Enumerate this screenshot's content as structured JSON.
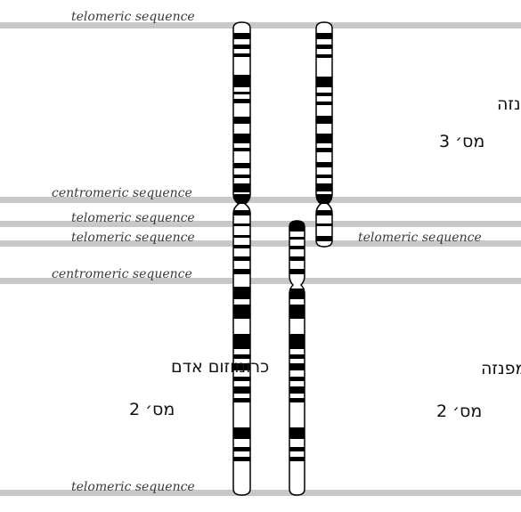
{
  "labels": {
    "telomeric": "telomeric sequence",
    "centromeric": "centromeric sequence"
  },
  "captions": {
    "chimp3_name": "כרומוזום שימפנזה",
    "chimp3_num": "מס׳ 3",
    "human2_name": "כרומוזום אדם",
    "human2_num": "מס׳ 2",
    "chimp2_name": "כרומוזום שימפנזה",
    "chimp2_num": "מס׳ 2"
  },
  "colors": {
    "guide_line": "#c8c8c8",
    "band": "#000000",
    "chromosome_outline": "#000000",
    "chromosome_fill": "#ffffff"
  }
}
